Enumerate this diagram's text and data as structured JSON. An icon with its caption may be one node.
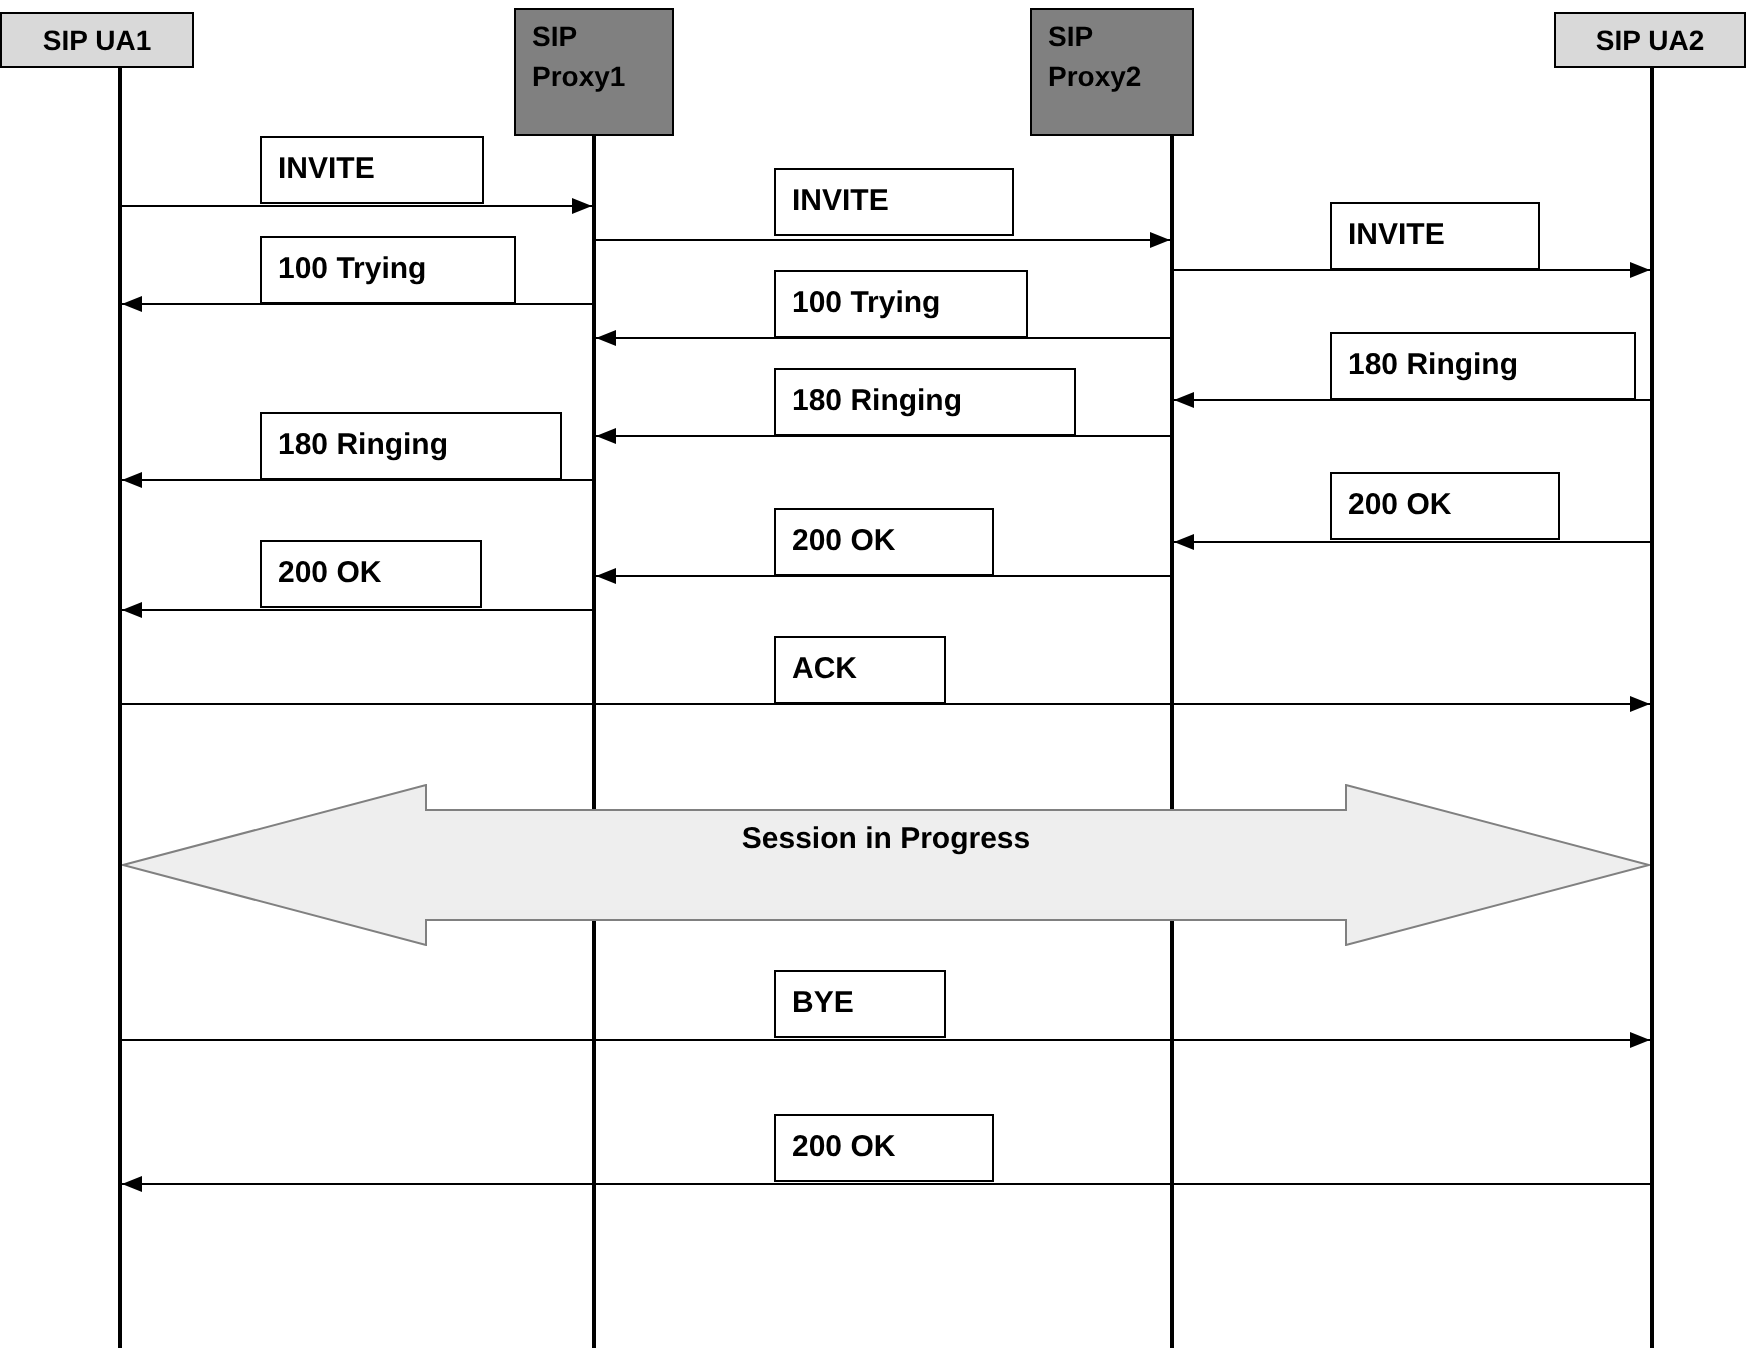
{
  "diagram": {
    "nodes": [
      {
        "text": [
          "SIP UA1"
        ]
      },
      {
        "text": [
          "SIP Proxy1"
        ]
      },
      {
        "text": [
          "SIP Proxy2"
        ]
      },
      {
        "text": [
          "SIP UA2"
        ]
      },
      {
        "text": [],
        "shape": "line"
      },
      {
        "text": [],
        "shape": "line"
      },
      {
        "text": [],
        "shape": "line"
      },
      {
        "text": [],
        "shape": "line"
      },
      {
        "text": [
          "Session in Progress"
        ]
      }
    ],
    "edges": [
      {
        "from": 4,
        "to": 5,
        "arrow": "to",
        "label": "INVITE"
      },
      {
        "from": 5,
        "to": 6,
        "arrow": "to",
        "label": "INVITE"
      },
      {
        "from": 6,
        "to": 7,
        "arrow": "to",
        "label": "INVITE"
      },
      {
        "from": 5,
        "to": 4,
        "arrow": "to",
        "label": "100 Trying"
      },
      {
        "from": 6,
        "to": 5,
        "arrow": "to",
        "label": "100 Trying"
      },
      {
        "from": 7,
        "to": 6,
        "arrow": "to",
        "label": "180 Ringing"
      },
      {
        "from": 6,
        "to": 5,
        "arrow": "to",
        "label": "180 Ringing"
      },
      {
        "from": 5,
        "to": 4,
        "arrow": "to",
        "label": "180 Ringing"
      },
      {
        "from": 7,
        "to": 6,
        "arrow": "to",
        "label": "200 OK"
      },
      {
        "from": 6,
        "to": 5,
        "arrow": "to",
        "label": "200 OK"
      },
      {
        "from": 5,
        "to": 4,
        "arrow": "to",
        "label": "200 OK"
      },
      {
        "from": 4,
        "to": 7,
        "arrow": "to",
        "label": "ACK"
      },
      {
        "from": 4,
        "to": 7,
        "arrow": "to",
        "label": "BYE"
      },
      {
        "from": 7,
        "to": 4,
        "arrow": "to",
        "label": "200 OK"
      }
    ]
  }
}
